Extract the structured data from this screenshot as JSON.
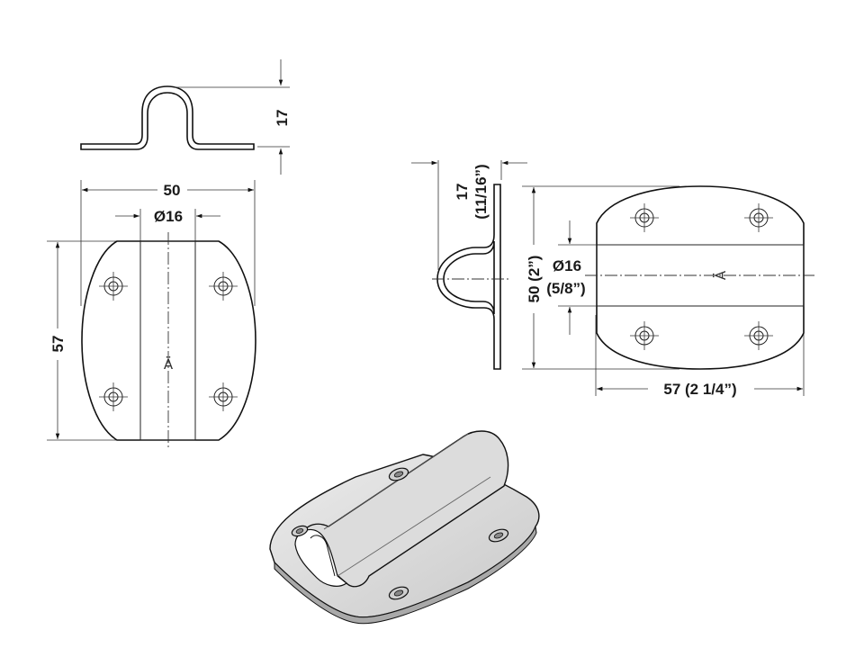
{
  "drawing": {
    "left_view": {
      "height_label": "17",
      "width_label": "50",
      "diameter_label": "Ø16",
      "length_label": "57",
      "logo_mark": "Ä"
    },
    "right_view": {
      "height_label": "17",
      "height_imperial_label": "(11/16”)",
      "width_label": "50 (2”)",
      "diameter_label": "Ø16",
      "diameter_imperial_label": "(5/8”)",
      "length_label": "57 (2 1/4”)",
      "logo_mark": "Ä"
    }
  },
  "colors": {
    "line": "#111111",
    "iso_fill": "#d8d8d8",
    "iso_shadow": "#a9a9a9"
  }
}
